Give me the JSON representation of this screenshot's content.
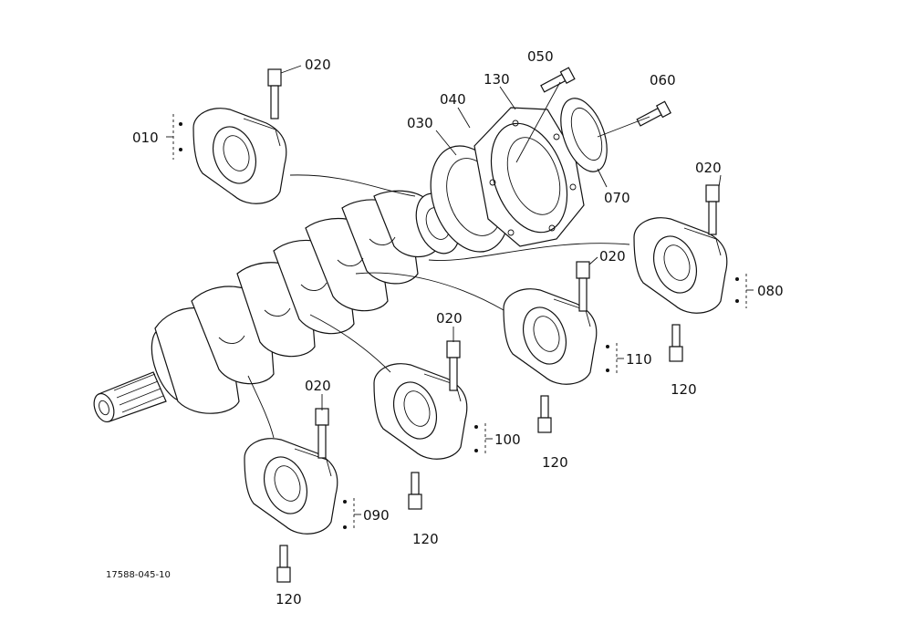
{
  "labels": {
    "p010": "010",
    "p020_a": "020",
    "p020_b": "020",
    "p020_c": "020",
    "p020_d": "020",
    "p020_e": "020",
    "p030": "030",
    "p040": "040",
    "p050": "050",
    "p060": "060",
    "p070": "070",
    "p080": "080",
    "p090": "090",
    "p100": "100",
    "p110": "110",
    "p120_a": "120",
    "p120_b": "120",
    "p120_c": "120",
    "p120_d": "120",
    "p130": "130"
  },
  "reference_code": "17588-045-10"
}
